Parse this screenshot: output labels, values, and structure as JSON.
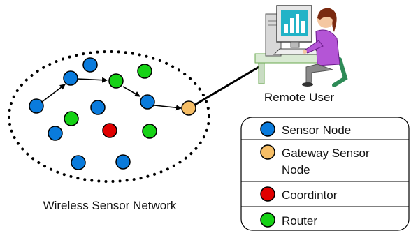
{
  "labels": {
    "network": "Wireless Sensor Network",
    "remote_user": "Remote User"
  },
  "legend": [
    {
      "label": "Sensor Node",
      "color": "#0a7bdc"
    },
    {
      "label_line1": "Gateway Sensor",
      "label_line2": "Node",
      "color": "#f6be66"
    },
    {
      "label": "Coordintor",
      "color": "#e00000"
    },
    {
      "label": "Router",
      "color": "#16d216"
    }
  ],
  "colors": {
    "sensor": "#0a7bdc",
    "gateway": "#f6be66",
    "coordinator": "#e00000",
    "router": "#16d216",
    "stroke": "#000000"
  },
  "icons": {
    "remote_user": "person-at-computer-icon"
  }
}
